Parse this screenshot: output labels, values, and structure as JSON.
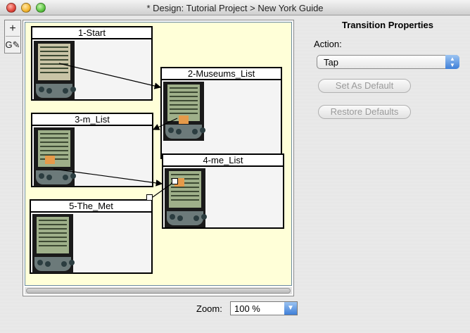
{
  "window": {
    "title": "* Design: Tutorial Project > New York Guide"
  },
  "toolbox": {
    "add_tool": "+",
    "link_tool": "G✎"
  },
  "nodes": [
    {
      "label": "1-Start"
    },
    {
      "label": "2-Museums_List"
    },
    {
      "label": "3-m_List"
    },
    {
      "label": "4-me_List"
    },
    {
      "label": "5-The_Met"
    }
  ],
  "zoom": {
    "label": "Zoom:",
    "value": "100 %"
  },
  "properties": {
    "title": "Transition Properties",
    "action_label": "Action:",
    "action_value": "Tap",
    "set_default_label": "Set As Default",
    "restore_defaults_label": "Restore Defaults"
  },
  "colors": {
    "canvas": "#ffffd8",
    "highlight": "#e59a4a",
    "accent": "#3f7fd8"
  }
}
